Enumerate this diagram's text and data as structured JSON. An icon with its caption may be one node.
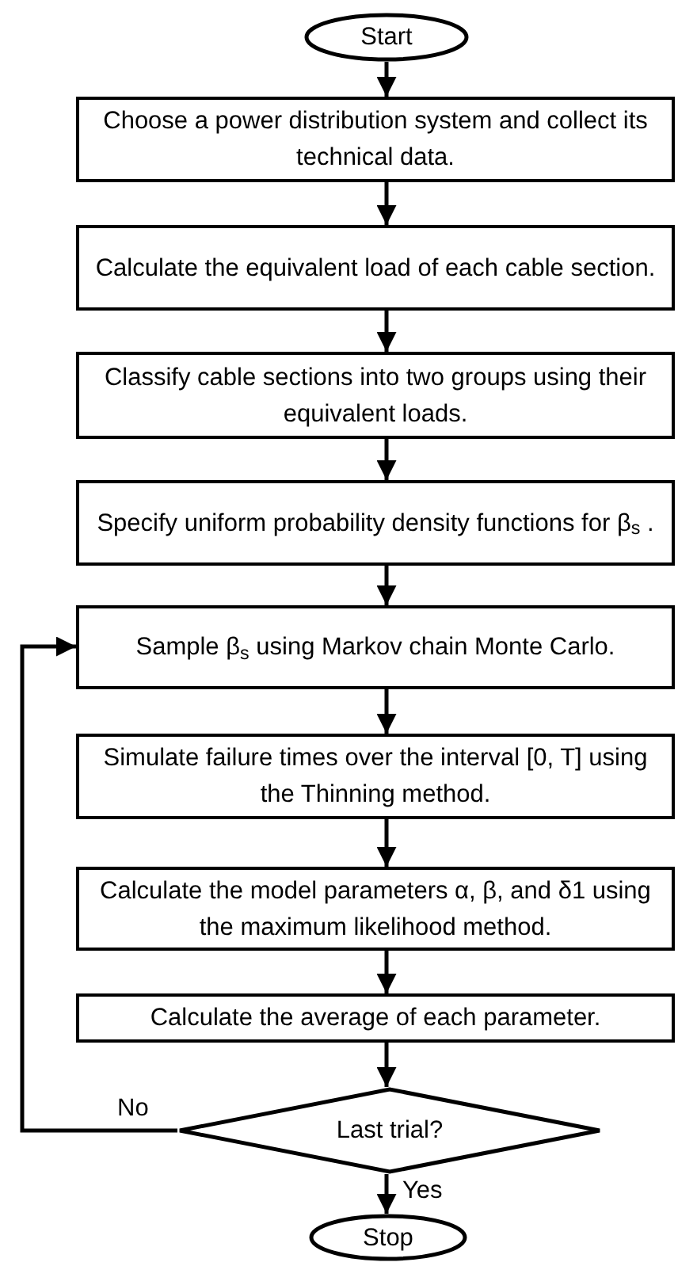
{
  "diagram": {
    "nodes": [
      {
        "text": [
          "Start"
        ]
      },
      {
        "text": [
          "Choose a power distribution system and collect its technical data."
        ]
      },
      {
        "text": [
          "Calculate the equivalent load of each cable section."
        ]
      },
      {
        "text": [
          "Classify cable sections into two groups using their equivalent loads."
        ]
      },
      {
        "text": [
          "Specify uniform probability density functions for β$_{s}$ ."
        ]
      },
      {
        "text": [
          "Sample β$_{s}$ using Markov chain Monte Carlo."
        ]
      },
      {
        "text": [
          "Simulate failure times over the interval [0, T] using the Thinning method."
        ]
      },
      {
        "text": [
          "Calculate the model parameters α, β, and δ1 using the maximum likelihood method."
        ]
      },
      {
        "text": [
          "Calculate the average of each parameter."
        ]
      },
      {
        "text": [
          "Last trial?"
        ]
      },
      {
        "text": [
          "Stop"
        ]
      }
    ],
    "edges": [
      {
        "from": 0,
        "to": 1,
        "arrow": "to"
      },
      {
        "from": 1,
        "to": 2,
        "arrow": "to"
      },
      {
        "from": 2,
        "to": 3,
        "arrow": "to"
      },
      {
        "from": 3,
        "to": 4,
        "arrow": "to"
      },
      {
        "from": 4,
        "to": 5,
        "arrow": "to"
      },
      {
        "from": 5,
        "to": 6,
        "arrow": "to"
      },
      {
        "from": 6,
        "to": 7,
        "arrow": "to"
      },
      {
        "from": 7,
        "to": 8,
        "arrow": "to"
      },
      {
        "from": 8,
        "to": 9,
        "arrow": "to"
      },
      {
        "from": 9,
        "to": 5,
        "arrow": "to",
        "label": "No"
      },
      {
        "from": 9,
        "to": 10,
        "arrow": "to",
        "label": "Yes"
      }
    ]
  }
}
